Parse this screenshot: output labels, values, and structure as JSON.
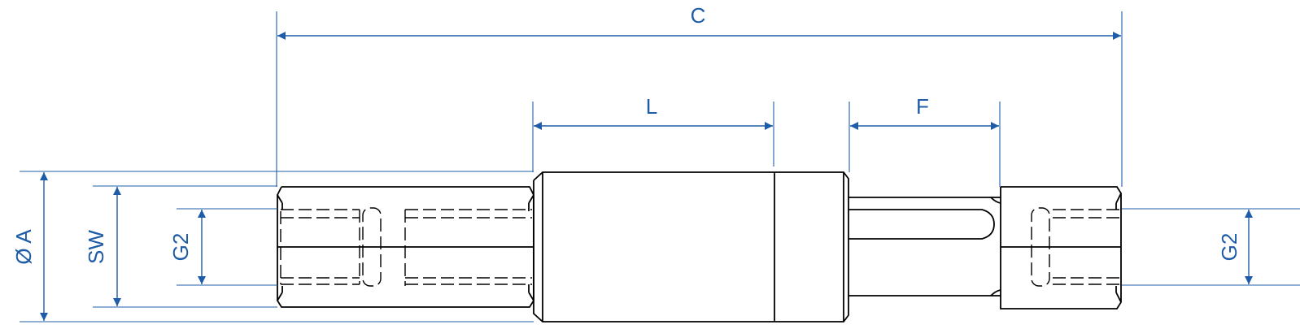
{
  "drawing": {
    "type": "gas spring dimension drawing",
    "colors": {
      "dimension": "#1f5ca8",
      "part_outline": "#000000",
      "background": "#ffffff"
    },
    "dimensions": {
      "overall_length": "C",
      "body_section": "L",
      "rod_section": "F",
      "outer_diameter": "Ø A",
      "wrench_size": "SW",
      "thread_left": "G2",
      "thread_right": "G2"
    }
  }
}
